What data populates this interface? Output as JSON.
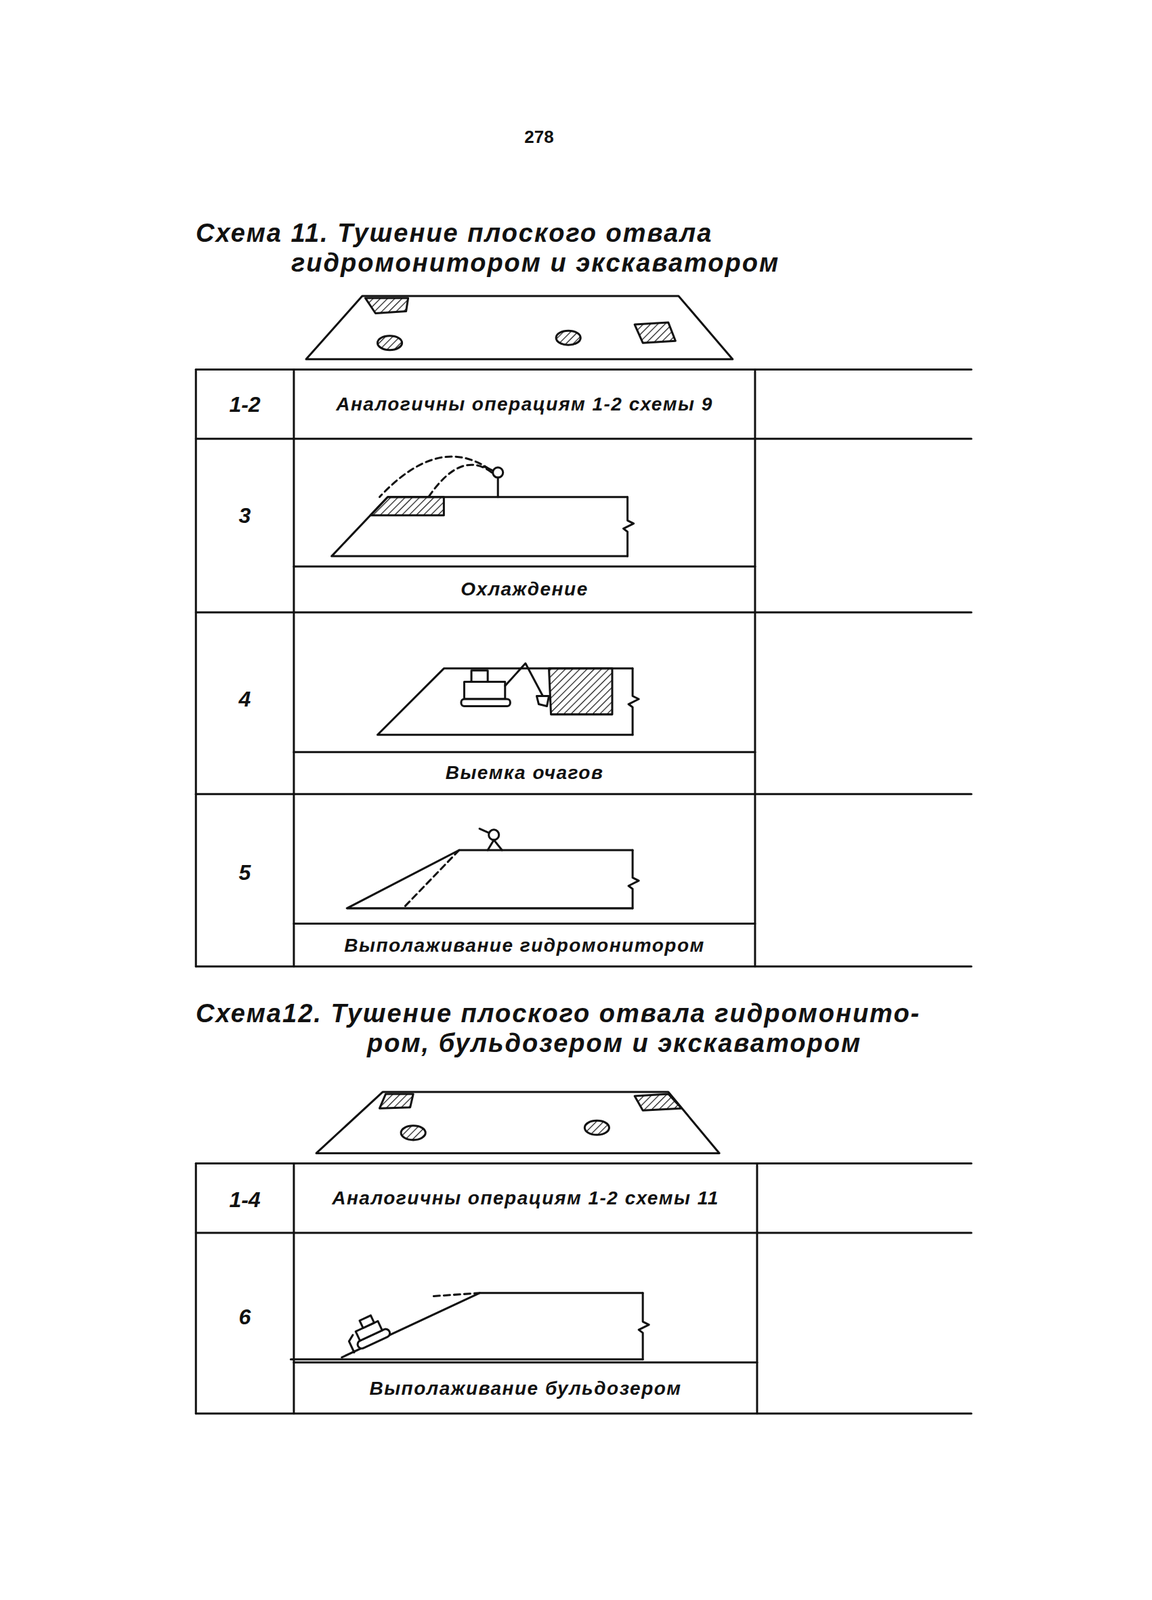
{
  "diagram": {
    "labels": [
      "278",
      "Схема 11. Тушение плоского отвала гидромонитором и экскаватором",
      "1-2",
      "Аналогичны операциям 1-2 схемы 9",
      "3",
      "Охлаждение",
      "4",
      "Выемка очагов",
      "5",
      "Выполаживание гидромонитором",
      "Схема12. Тушение плоского отвала гидромонито-ром, бульдозером и экскаватором",
      "1-4",
      "Аналогичны операциям 1-2 схемы 11",
      "6",
      "Выполаживание бульдозером"
    ]
  }
}
